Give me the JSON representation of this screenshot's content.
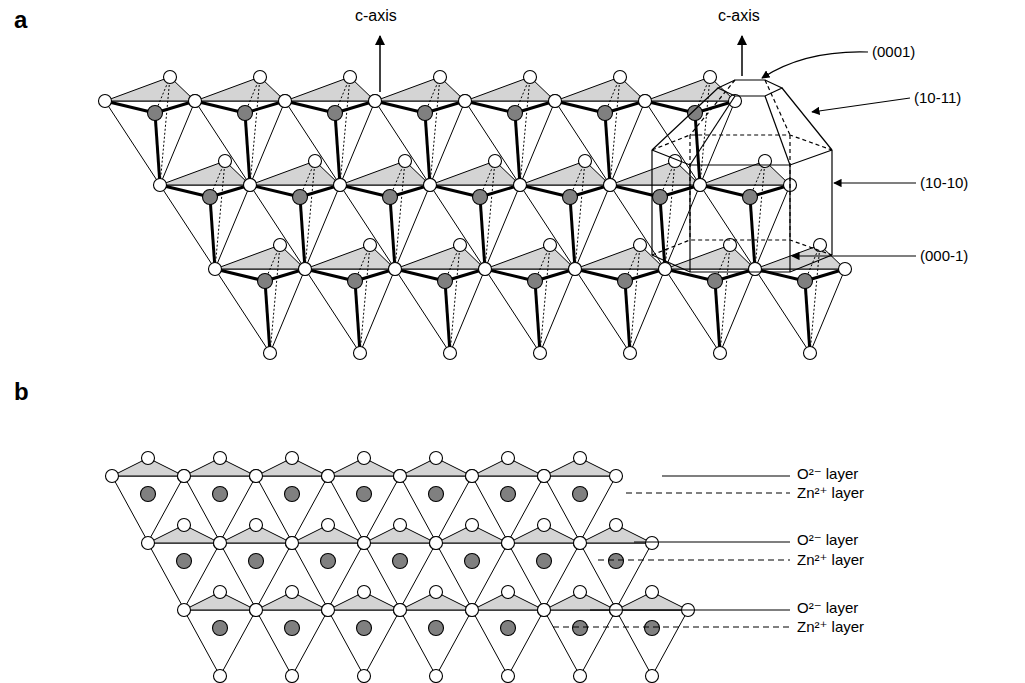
{
  "diagram": {
    "labels": [
      "a",
      "c-axis",
      "c-axis",
      "(0001)",
      "(10-11)",
      "(10-10)",
      "(000-1)",
      "b",
      "O²⁻ layer",
      "Zn²⁺ layer",
      "O²⁻ layer",
      "Zn²⁺ layer",
      "O²⁻ layer",
      "Zn²⁺ layer"
    ]
  }
}
